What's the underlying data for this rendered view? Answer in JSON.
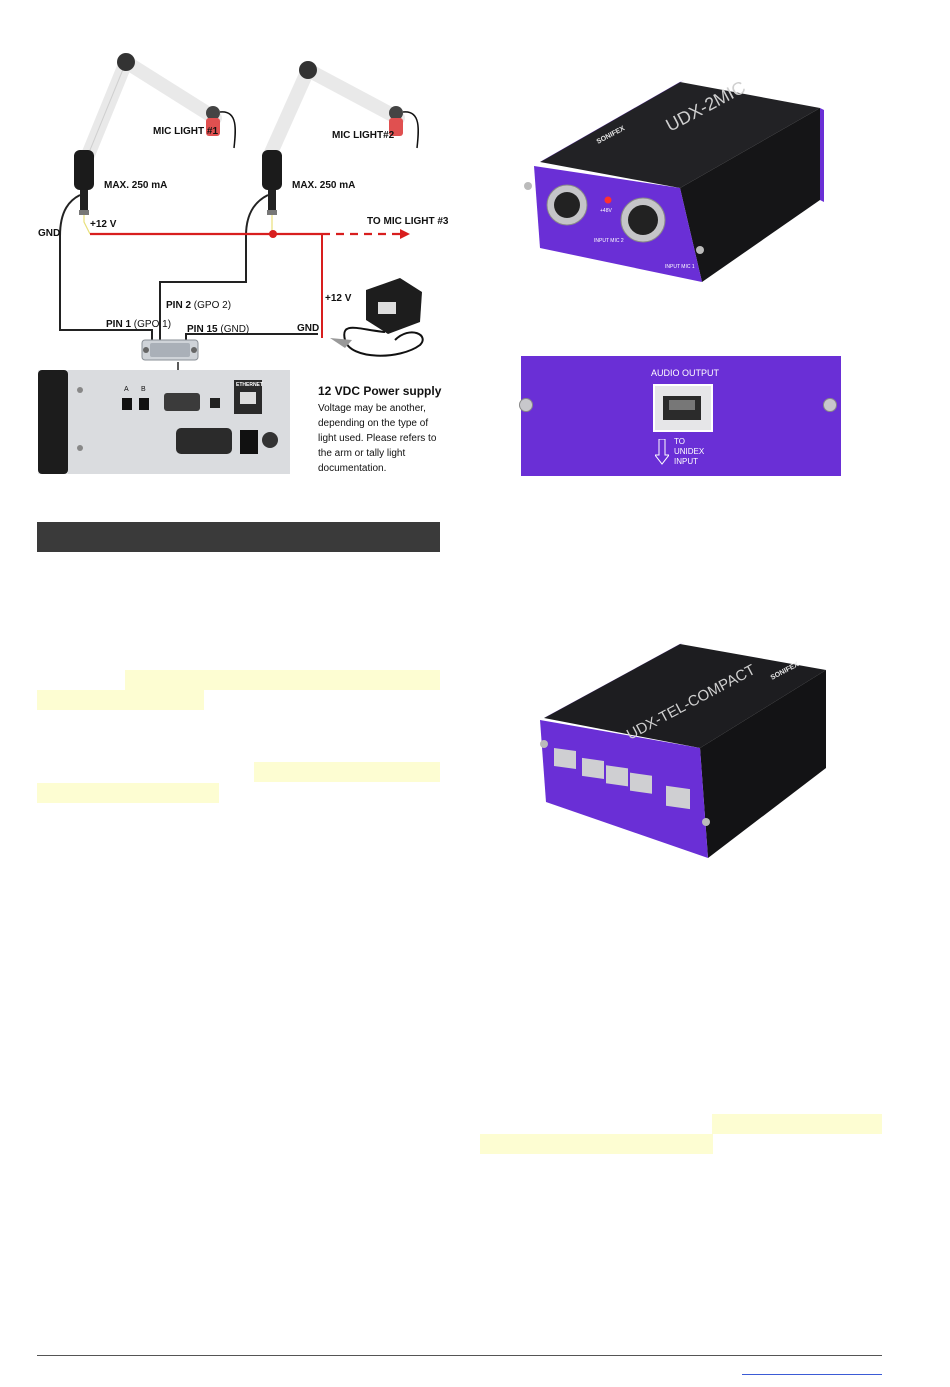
{
  "diagram": {
    "mic1_label": "MIC LIGHT #1",
    "mic2_label": "MIC LIGHT#2",
    "max_current_1": "MAX. 250 mA",
    "max_current_2": "MAX. 250 mA",
    "v12_left": "+12 V",
    "gnd_left": "GND",
    "to_mic3": "TO MIC LIGHT #3",
    "pin2_bold": "PIN 2",
    "pin2_thin": "(GPO 2)",
    "pin1_bold": "PIN 1",
    "pin1_thin": "(GPO 1)",
    "pin15_bold": "PIN 15",
    "pin15_thin": "(GND)",
    "v12_right": "+12 V",
    "gnd_right": "GND",
    "psu_title": "12 VDC Power supply",
    "psu_text": "Voltage may be another, depending on the type of light used. Please refers to the arm or tally light documentation.",
    "panel_a": "A",
    "panel_b": "B",
    "panel_ethernet": "ETHERNET",
    "colors": {
      "wire_red": "#d81e1e",
      "wire_black": "#222222",
      "wire_yellow": "#e8e07a"
    }
  },
  "products": {
    "box1_brand": "UDX-2MIC",
    "box1_logo": "SONIFEX",
    "box1_input2": "INPUT MIC 2",
    "box1_input1": "INPUT MIC 1",
    "box1_led": "+48V",
    "panel_audio_output": "AUDIO OUTPUT",
    "panel_to": "TO",
    "panel_unidex": "UNIDEX",
    "panel_input": "INPUT",
    "box2_brand": "UDX-TEL-COMPACT",
    "box2_logo": "SONIFEX",
    "colors": {
      "purple": "#6a2fd6",
      "purple_dark": "#4d1fa8",
      "body": "#1d1d1f"
    }
  }
}
